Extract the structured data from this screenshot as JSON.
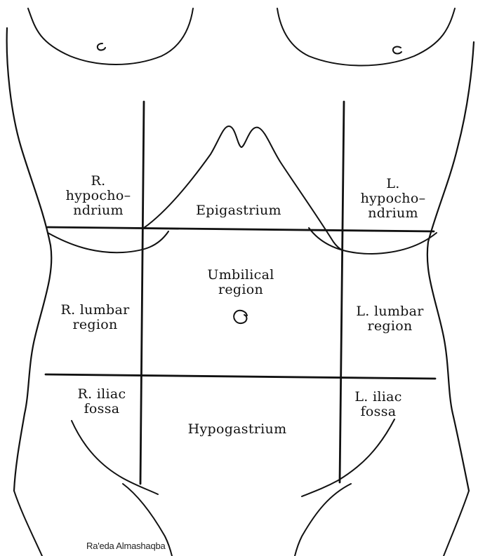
{
  "regions": {
    "r_hypochondrium": [
      "R.",
      "hypocho–",
      "ndrium"
    ],
    "epigastrium": [
      "Epigastrium"
    ],
    "l_hypochondrium": [
      "L.",
      "hypocho–",
      "ndrium"
    ],
    "r_lumbar": [
      "R. lumbar",
      "region"
    ],
    "umbilical": [
      "Umbilical",
      "region"
    ],
    "l_lumbar": [
      "L. lumbar",
      "region"
    ],
    "r_iliac": [
      "R. iliac",
      "fossa"
    ],
    "hypogastrium": [
      "Hypogastrium"
    ],
    "l_iliac": [
      "L. iliac",
      "fossa"
    ]
  },
  "credit": "Ra'eda Almashaqba"
}
